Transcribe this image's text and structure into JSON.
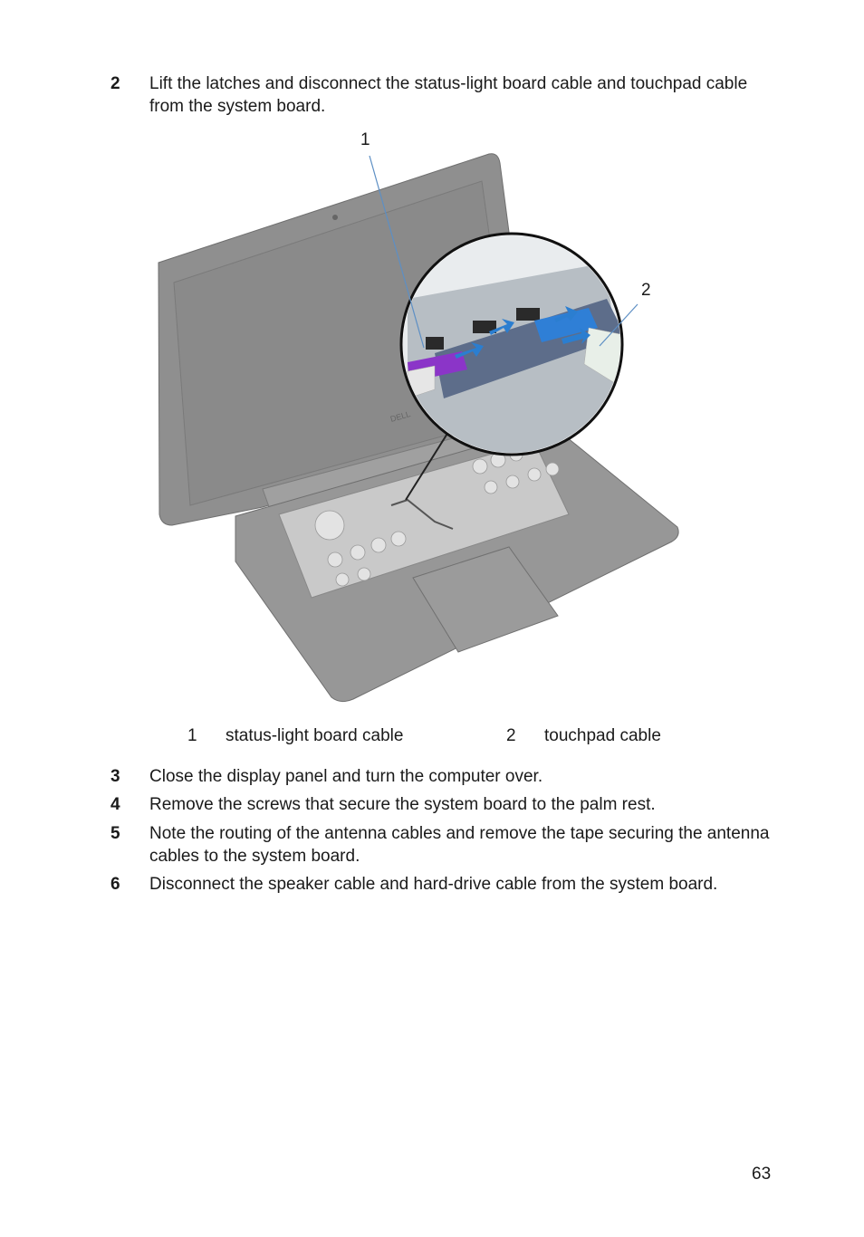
{
  "steps": [
    {
      "number": "2",
      "text": "Lift the latches and disconnect the status-light board cable and touchpad cable from the system board."
    },
    {
      "number": "3",
      "text": "Close the display panel and turn the computer over."
    },
    {
      "number": "4",
      "text": "Remove the screws that secure the system board to the palm rest."
    },
    {
      "number": "5",
      "text": "Note the routing of the antenna cables and remove the tape securing the antenna cables to the system board."
    },
    {
      "number": "6",
      "text": "Disconnect the speaker cable and hard-drive cable from the system board."
    }
  ],
  "figure": {
    "callouts": [
      "1",
      "2"
    ],
    "logo": "DELL"
  },
  "legend": [
    {
      "number": "1",
      "label": "status-light board cable"
    },
    {
      "number": "2",
      "label": "touchpad cable"
    }
  ],
  "page_number": "63"
}
